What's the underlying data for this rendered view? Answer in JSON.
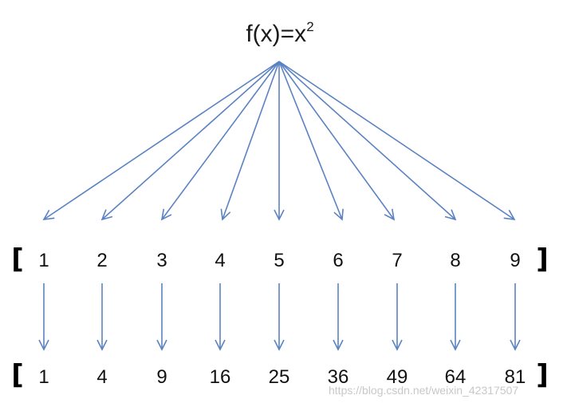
{
  "function": {
    "base": "f(x)=x",
    "exponent": "2"
  },
  "input_list": [
    "1",
    "2",
    "3",
    "4",
    "5",
    "6",
    "7",
    "8",
    "9"
  ],
  "output_list": [
    "1",
    "4",
    "9",
    "16",
    "25",
    "36",
    "49",
    "64",
    "81"
  ],
  "brackets": {
    "open": "[",
    "close": "]"
  },
  "watermark": "https://blog.csdn.net/weixin_42317507",
  "colors": {
    "arrow": "#5b82c2",
    "text": "#111111",
    "background": "#ffffff"
  }
}
